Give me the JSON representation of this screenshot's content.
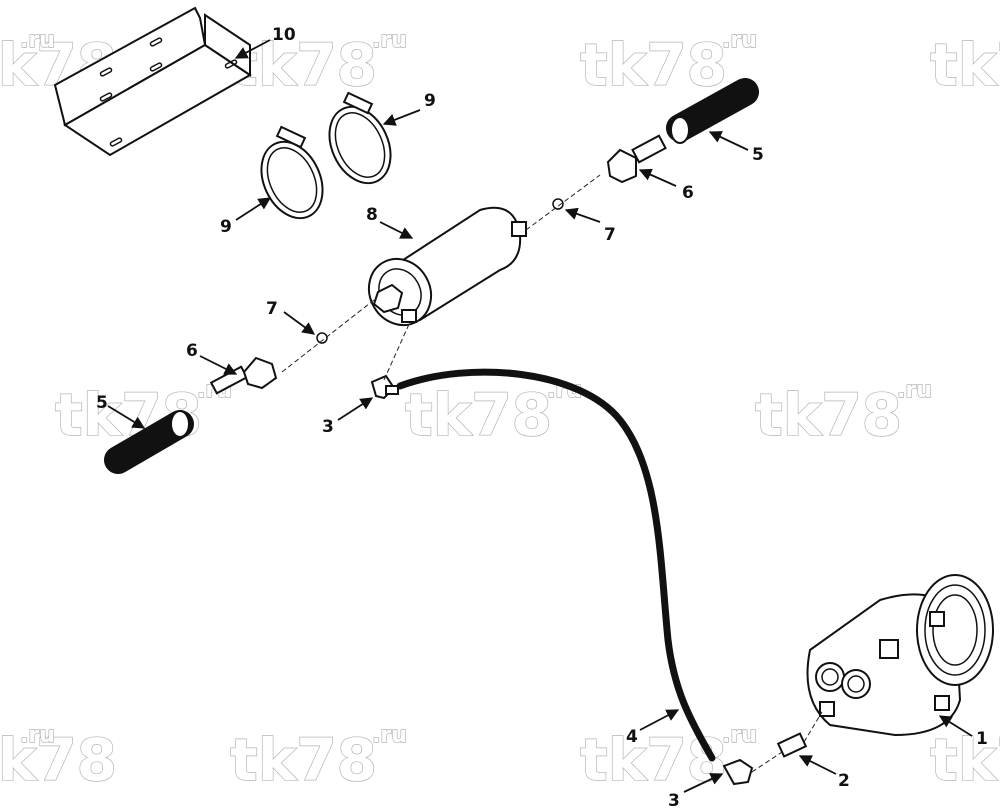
{
  "watermark": {
    "main": "tk78",
    "suffix": ".ru"
  },
  "callouts": [
    {
      "id": "c10",
      "label": "10"
    },
    {
      "id": "c9a",
      "label": "9"
    },
    {
      "id": "c9b",
      "label": "9"
    },
    {
      "id": "c8",
      "label": "8"
    },
    {
      "id": "c7a",
      "label": "7"
    },
    {
      "id": "c7b",
      "label": "7"
    },
    {
      "id": "c6a",
      "label": "6"
    },
    {
      "id": "c6b",
      "label": "6"
    },
    {
      "id": "c5a",
      "label": "5"
    },
    {
      "id": "c5b",
      "label": "5"
    },
    {
      "id": "c3a",
      "label": "3"
    },
    {
      "id": "c3b",
      "label": "3"
    },
    {
      "id": "c4",
      "label": "4"
    },
    {
      "id": "c2",
      "label": "2"
    },
    {
      "id": "c1",
      "label": "1"
    }
  ]
}
